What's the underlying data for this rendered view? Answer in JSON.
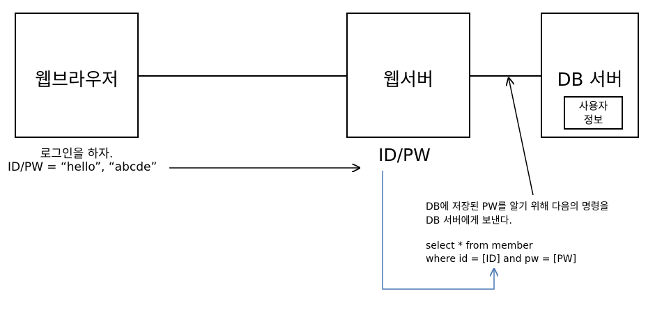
{
  "nodes": {
    "browser": {
      "label": "웹브라우저"
    },
    "webserver": {
      "label": "웹서버"
    },
    "dbserver": {
      "label": "DB 서버",
      "inner_label": "사용자\n정보"
    }
  },
  "login_note": {
    "line1": "로그인을 하자.",
    "line2": "ID/PW = “hello”, “abcde”"
  },
  "idpw_label": "ID/PW",
  "query_note": {
    "line1": "DB에 저장된 PW를 알기 위해  다음의 명령을",
    "line2": "DB 서버에게 보낸다.",
    "query_line1": "select *  from member",
    "query_line2": "where id = [ID] and pw = [PW]"
  },
  "colors": {
    "blue_arrow": "#4a78b5",
    "stroke": "#000000"
  }
}
